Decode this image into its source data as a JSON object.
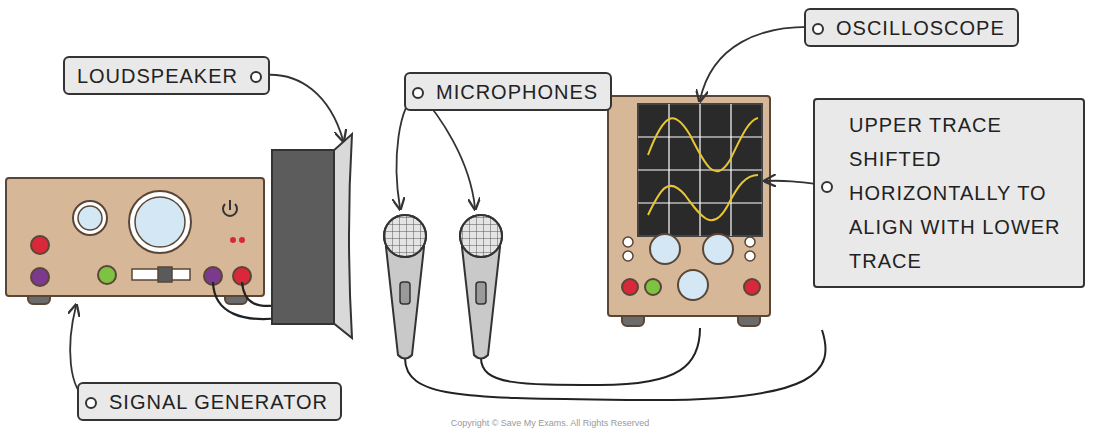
{
  "diagram": {
    "nodes": [
      {
        "text": [
          "OSCILLOSCOPE"
        ]
      },
      {
        "text": [
          "LOUDSPEAKER"
        ]
      },
      {
        "text": [
          "MICROPHONES"
        ]
      },
      {
        "text": [
          "UPPER TRACE SHIFTED HORIZONTALLY TO ALIGN WITH LOWER TRACE"
        ]
      },
      {
        "text": [
          "SIGNAL GENERATOR"
        ]
      }
    ],
    "labels": [
      "Copyright © Save My Exams. All Rights Reserved"
    ]
  }
}
